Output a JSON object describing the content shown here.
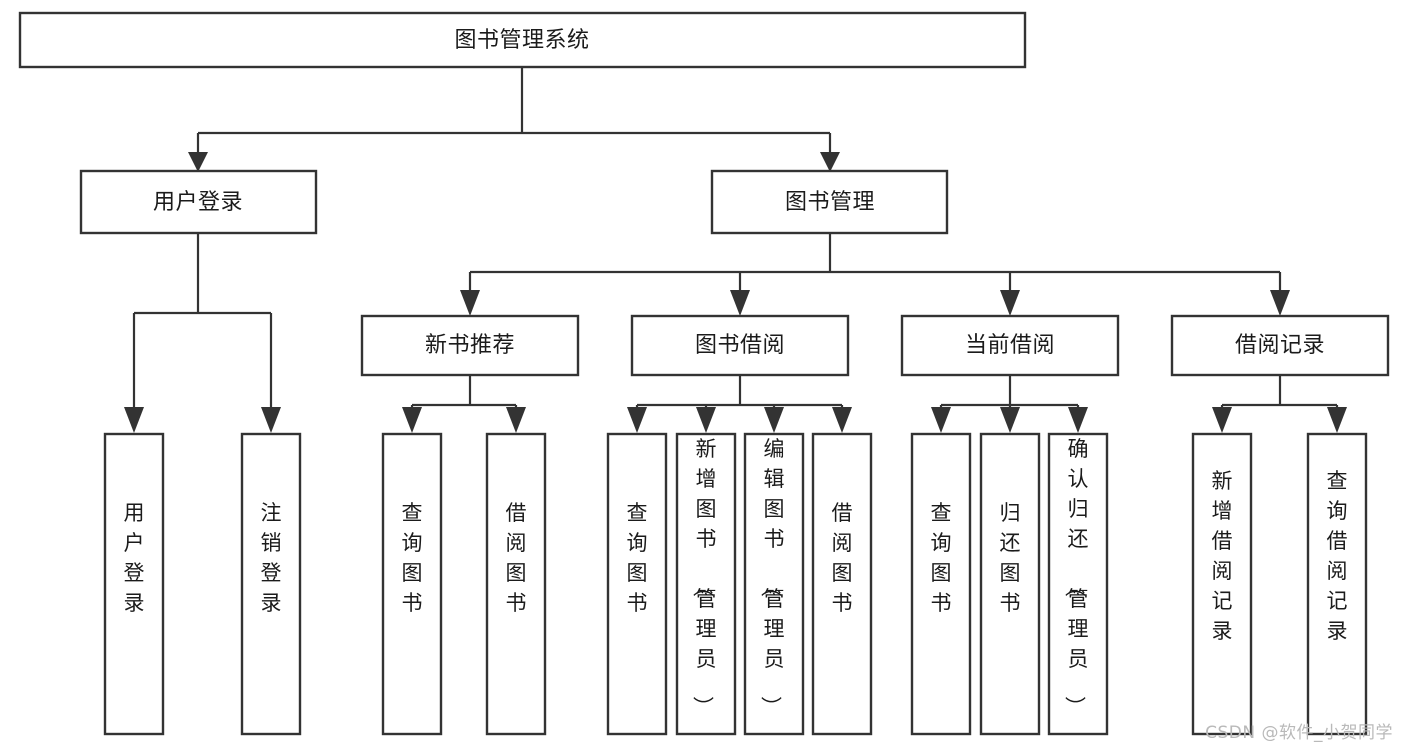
{
  "diagram": {
    "type": "tree",
    "title": "图书管理系统",
    "root": {
      "id": "root",
      "label": "图书管理系统",
      "orientation": "horizontal"
    },
    "level1": [
      {
        "id": "user-login",
        "label": "用户登录",
        "orientation": "horizontal"
      },
      {
        "id": "book-manage",
        "label": "图书管理",
        "orientation": "horizontal"
      }
    ],
    "level2": [
      {
        "id": "new-book-rec",
        "label": "新书推荐",
        "orientation": "horizontal",
        "parent": "book-manage"
      },
      {
        "id": "book-borrow",
        "label": "图书借阅",
        "orientation": "horizontal",
        "parent": "book-manage"
      },
      {
        "id": "current-borrow",
        "label": "当前借阅",
        "orientation": "horizontal",
        "parent": "book-manage"
      },
      {
        "id": "borrow-record",
        "label": "借阅记录",
        "orientation": "horizontal",
        "parent": "book-manage"
      }
    ],
    "leaves": [
      {
        "id": "leaf-user-login",
        "label": "用户登录",
        "orientation": "vertical",
        "parent": "user-login"
      },
      {
        "id": "leaf-user-logout",
        "label": "注销登录",
        "orientation": "vertical",
        "parent": "user-login"
      },
      {
        "id": "leaf-query-book-1",
        "label": "查询图书",
        "orientation": "vertical",
        "parent": "new-book-rec"
      },
      {
        "id": "leaf-borrow-book-1",
        "label": "借阅图书",
        "orientation": "vertical",
        "parent": "new-book-rec"
      },
      {
        "id": "leaf-query-book-2",
        "label": "查询图书",
        "orientation": "vertical",
        "parent": "book-borrow"
      },
      {
        "id": "leaf-add-book",
        "label": "新增图书（管理员）",
        "orientation": "vertical",
        "parent": "book-borrow"
      },
      {
        "id": "leaf-edit-book",
        "label": "编辑图书（管理员）",
        "orientation": "vertical",
        "parent": "book-borrow"
      },
      {
        "id": "leaf-borrow-book-2",
        "label": "借阅图书",
        "orientation": "vertical",
        "parent": "book-borrow"
      },
      {
        "id": "leaf-query-book-3",
        "label": "查询图书",
        "orientation": "vertical",
        "parent": "current-borrow"
      },
      {
        "id": "leaf-return-book",
        "label": "归还图书",
        "orientation": "vertical",
        "parent": "current-borrow"
      },
      {
        "id": "leaf-confirm-return",
        "label": "确认归还（管理员）",
        "orientation": "vertical",
        "parent": "current-borrow"
      },
      {
        "id": "leaf-add-record",
        "label": "新增借阅记录",
        "orientation": "vertical",
        "parent": "borrow-record"
      },
      {
        "id": "leaf-query-record",
        "label": "查询借阅记录",
        "orientation": "vertical",
        "parent": "borrow-record"
      }
    ],
    "colors": {
      "box_fill": "#ffffff",
      "box_stroke": "#333333",
      "text": "#1b1b1b",
      "connector": "#333333",
      "background": "#ffffff",
      "watermark": "#b9b9b9"
    }
  },
  "watermark": {
    "text": "CSDN @软件_小贺同学"
  }
}
